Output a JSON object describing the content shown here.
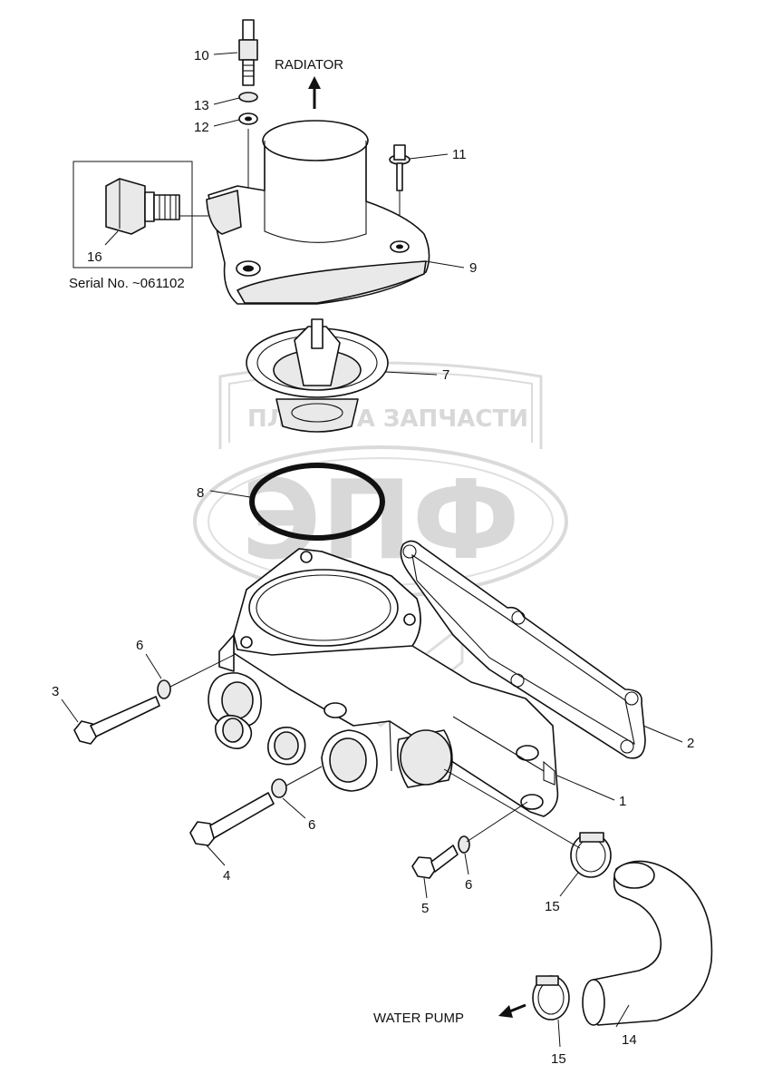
{
  "diagram": {
    "flow_labels": {
      "radiator": "RADIATOR",
      "water_pump": "WATER PUMP"
    },
    "serial_note": "Serial No. ~061102",
    "watermark": {
      "logo_text": "ЭПФ",
      "company": "ПЛАНЕТА ЗАПЧАСТИ"
    },
    "callouts": [
      {
        "id": "c10",
        "text": "10"
      },
      {
        "id": "c13",
        "text": "13"
      },
      {
        "id": "c12",
        "text": "12"
      },
      {
        "id": "c11",
        "text": "11"
      },
      {
        "id": "c16",
        "text": "16"
      },
      {
        "id": "c9",
        "text": "9"
      },
      {
        "id": "c7",
        "text": "7"
      },
      {
        "id": "c8",
        "text": "8"
      },
      {
        "id": "c6a",
        "text": "6"
      },
      {
        "id": "c3",
        "text": "3"
      },
      {
        "id": "c2",
        "text": "2"
      },
      {
        "id": "c1",
        "text": "1"
      },
      {
        "id": "c6b",
        "text": "6"
      },
      {
        "id": "c4",
        "text": "4"
      },
      {
        "id": "c5",
        "text": "5"
      },
      {
        "id": "c6c",
        "text": "6"
      },
      {
        "id": "c15a",
        "text": "15"
      },
      {
        "id": "c14",
        "text": "14"
      },
      {
        "id": "c15b",
        "text": "15"
      }
    ]
  }
}
